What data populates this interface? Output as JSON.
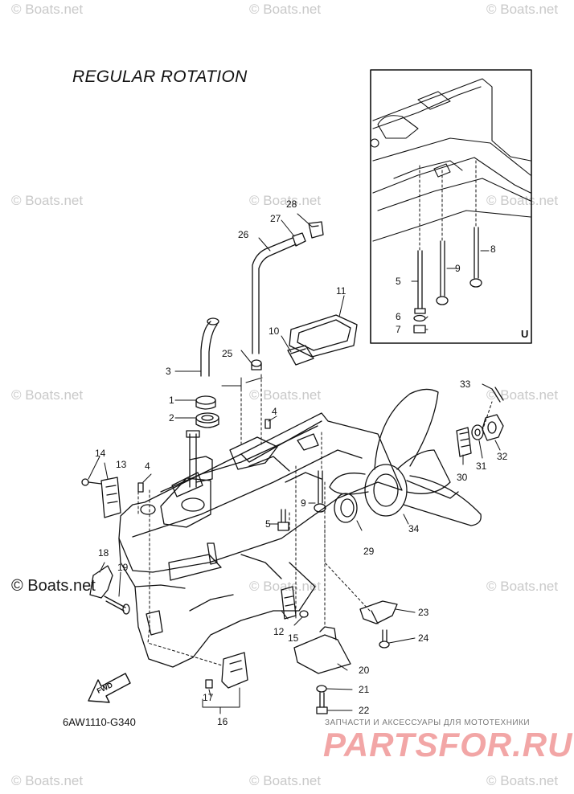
{
  "title": "REGULAR ROTATION",
  "watermark": "© Boats.net",
  "watermark_bold": "© Boats.net",
  "diagram_code": "6AW1110-G340",
  "inset_label": "U",
  "fwd_label": "FWD",
  "promo": {
    "tagline": "ЗАПЧАСТИ И АКСЕССУАРЫ ДЛЯ МОТОТЕХНИКИ",
    "brand": "PARTSFOR.RU"
  },
  "callouts": [
    "1",
    "2",
    "3",
    "4",
    "5",
    "6",
    "7",
    "8",
    "9",
    "10",
    "11",
    "12",
    "13",
    "14",
    "15",
    "16",
    "17",
    "18",
    "19",
    "20",
    "21",
    "22",
    "23",
    "24",
    "25",
    "26",
    "27",
    "28",
    "29",
    "30",
    "31",
    "32",
    "33",
    "34"
  ],
  "inset_callouts": [
    "5",
    "6",
    "7",
    "8",
    "9"
  ],
  "extra_callouts": [
    "4",
    "5",
    "9"
  ]
}
